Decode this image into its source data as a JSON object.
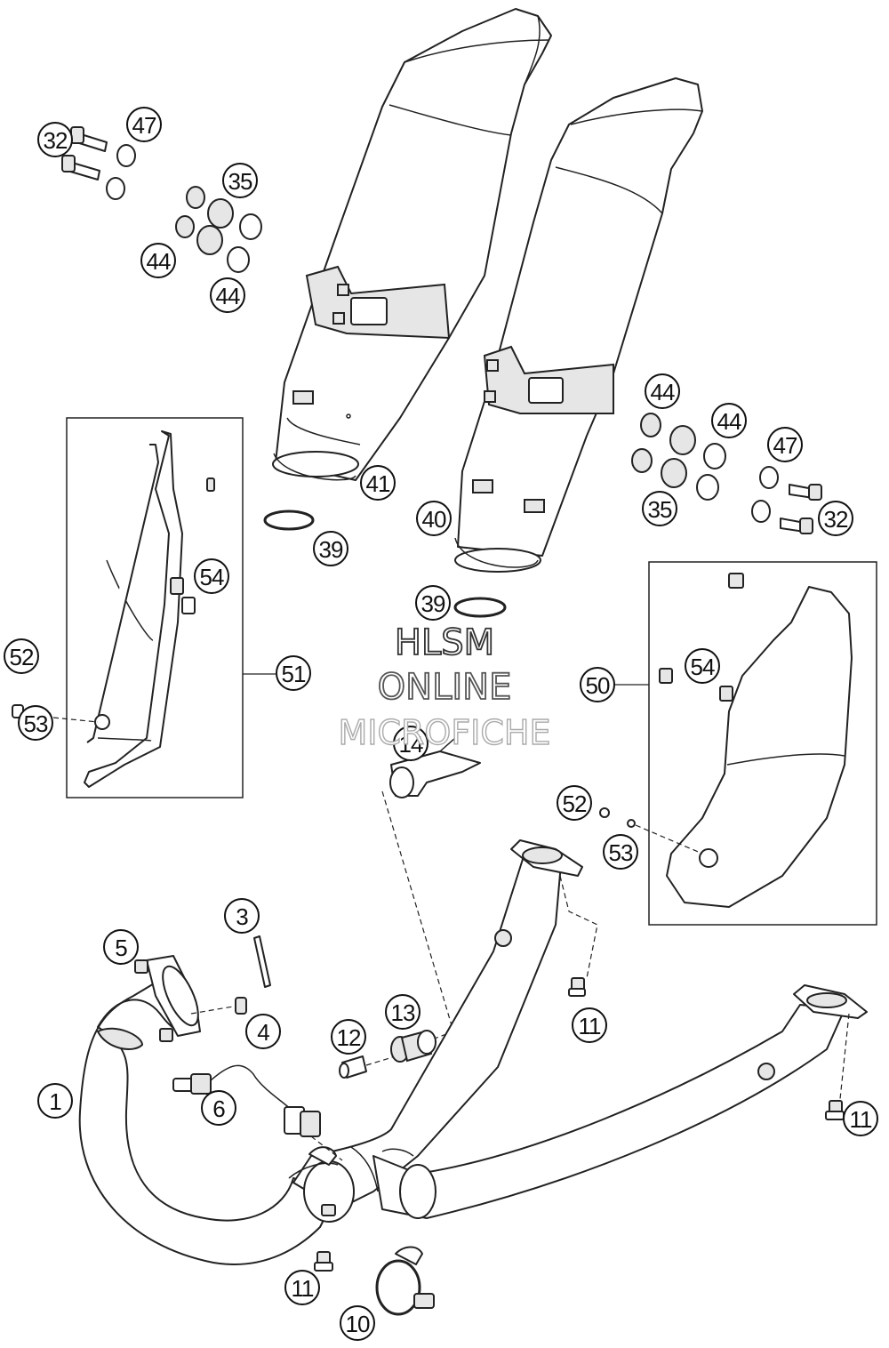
{
  "watermark": {
    "line1": "HLSM",
    "line2": "ONLINE",
    "line3": "MICROFICHE"
  },
  "callouts": [
    {
      "id": "c32a",
      "label": "32"
    },
    {
      "id": "c47a",
      "label": "47"
    },
    {
      "id": "c35a",
      "label": "35"
    },
    {
      "id": "c44a",
      "label": "44"
    },
    {
      "id": "c44b",
      "label": "44"
    },
    {
      "id": "c41",
      "label": "41"
    },
    {
      "id": "c39a",
      "label": "39"
    },
    {
      "id": "c40",
      "label": "40"
    },
    {
      "id": "c44c",
      "label": "44"
    },
    {
      "id": "c44d",
      "label": "44"
    },
    {
      "id": "c47b",
      "label": "47"
    },
    {
      "id": "c35b",
      "label": "35"
    },
    {
      "id": "c32b",
      "label": "32"
    },
    {
      "id": "c54a",
      "label": "54"
    },
    {
      "id": "c52a",
      "label": "52"
    },
    {
      "id": "c53a",
      "label": "53"
    },
    {
      "id": "c51",
      "label": "51"
    },
    {
      "id": "c39b",
      "label": "39"
    },
    {
      "id": "c14",
      "label": "14"
    },
    {
      "id": "c54b",
      "label": "54"
    },
    {
      "id": "c50",
      "label": "50"
    },
    {
      "id": "c52b",
      "label": "52"
    },
    {
      "id": "c53b",
      "label": "53"
    },
    {
      "id": "c3",
      "label": "3"
    },
    {
      "id": "c5",
      "label": "5"
    },
    {
      "id": "c4",
      "label": "4"
    },
    {
      "id": "c13",
      "label": "13"
    },
    {
      "id": "c12",
      "label": "12"
    },
    {
      "id": "c11a",
      "label": "11"
    },
    {
      "id": "c1",
      "label": "1"
    },
    {
      "id": "c6",
      "label": "6"
    },
    {
      "id": "c11b",
      "label": "11"
    },
    {
      "id": "c11c",
      "label": "11"
    },
    {
      "id": "c10",
      "label": "10"
    }
  ]
}
